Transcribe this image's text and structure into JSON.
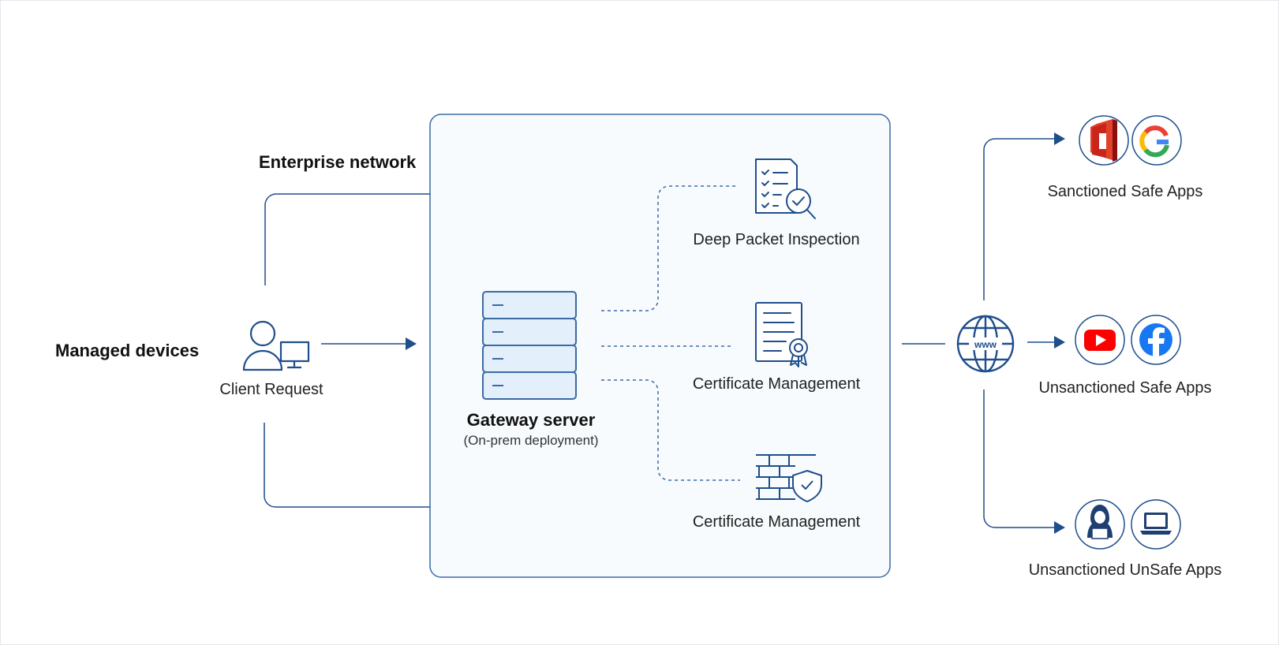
{
  "left": {
    "managed_devices": "Managed devices",
    "client_request": "Client Request",
    "enterprise_network": "Enterprise network"
  },
  "gateway": {
    "title": "Gateway server",
    "subtitle": "(On-prem deployment)"
  },
  "services": [
    {
      "label": "Deep Packet Inspection",
      "icon": "inspection-document-icon"
    },
    {
      "label": "Certificate Management",
      "icon": "certificate-icon"
    },
    {
      "label": "Certificate Management",
      "icon": "firewall-shield-icon"
    }
  ],
  "internet": {
    "globe_text": "www"
  },
  "apps": [
    {
      "label": "Sanctioned Safe Apps",
      "icons": [
        "office-icon",
        "google-icon"
      ]
    },
    {
      "label": "Unsanctioned Safe Apps",
      "icons": [
        "youtube-icon",
        "facebook-icon"
      ]
    },
    {
      "label": "Unsanctioned UnSafe Apps",
      "icons": [
        "hacker-icon",
        "laptop-icon"
      ]
    }
  ],
  "colors": {
    "line": "#1f4e8c",
    "panel_border": "#3b6aa5",
    "panel_fill": "#f7fbfd",
    "server_fill": "#e3effb",
    "youtube": "#ff0000",
    "facebook": "#1877f2"
  }
}
